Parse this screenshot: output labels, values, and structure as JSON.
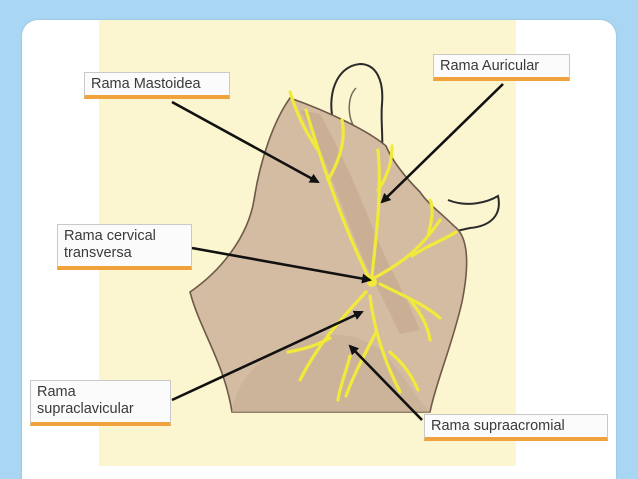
{
  "diagram": {
    "labels": {
      "mastoid": "Rama Mastoidea",
      "auricular": "Rama Auricular",
      "transverse_cervical": "Rama  cervical\ntransversa",
      "supraclavicular": "Rama\nsupraclavicular",
      "supraacromial": "Rama supraacromial"
    }
  },
  "colors": {
    "background": "#a9d6f2",
    "panel": "#ffffff",
    "figure_bg": "#fbf6cf",
    "skin": "#d4bca3",
    "nerve": "#f2ea3a",
    "label_accent": "#f0a23c",
    "arrow": "#111111"
  }
}
